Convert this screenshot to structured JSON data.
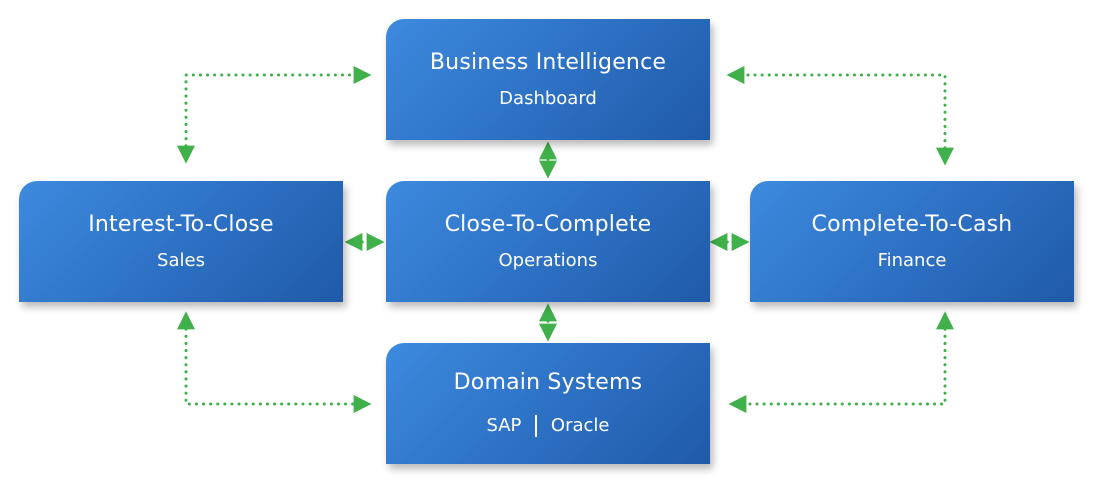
{
  "diagram": {
    "accent_color": "#2f74c8",
    "arrow_color": "#3fb04a",
    "nodes": {
      "bi": {
        "title": "Business Intelligence",
        "subtitle": "Dashboard"
      },
      "itc": {
        "title": "Interest-To-Close",
        "subtitle": "Sales"
      },
      "ctc": {
        "title": "Close-To-Complete",
        "subtitle": "Operations"
      },
      "cash": {
        "title": "Complete-To-Cash",
        "subtitle": "Finance"
      },
      "dom": {
        "title": "Domain Systems",
        "sub_left": "SAP",
        "sub_right": "Oracle"
      }
    },
    "edges": [
      {
        "from": "itc",
        "to": "bi",
        "style": "dotted",
        "direction": "both"
      },
      {
        "from": "cash",
        "to": "bi",
        "style": "dotted",
        "direction": "both"
      },
      {
        "from": "itc",
        "to": "dom",
        "style": "dotted",
        "direction": "both"
      },
      {
        "from": "cash",
        "to": "dom",
        "style": "dotted",
        "direction": "both"
      },
      {
        "from": "ctc",
        "to": "bi",
        "style": "dotted",
        "direction": "both"
      },
      {
        "from": "ctc",
        "to": "dom",
        "style": "dotted",
        "direction": "both"
      },
      {
        "from": "ctc",
        "to": "itc",
        "style": "dotted",
        "direction": "both"
      },
      {
        "from": "ctc",
        "to": "cash",
        "style": "dotted",
        "direction": "both"
      }
    ]
  }
}
